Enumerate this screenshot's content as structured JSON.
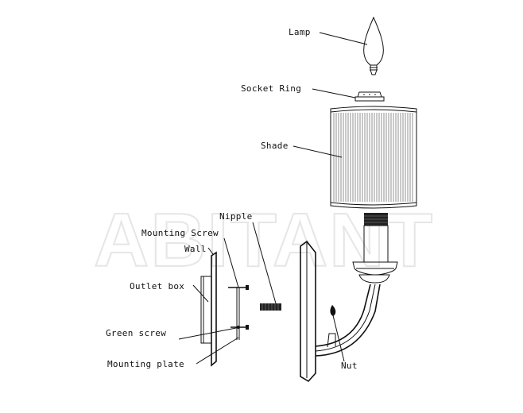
{
  "watermark": "ABITANT",
  "labels": {
    "lamp": "Lamp",
    "socket_ring": "Socket Ring",
    "shade": "Shade",
    "nipple": "Nipple",
    "mounting_screw": "Mounting Screw",
    "wall": "Wall",
    "outlet_box": "Outlet box",
    "green_screw": "Green screw",
    "mounting_plate": "Mounting plate",
    "nut": "Nut"
  }
}
